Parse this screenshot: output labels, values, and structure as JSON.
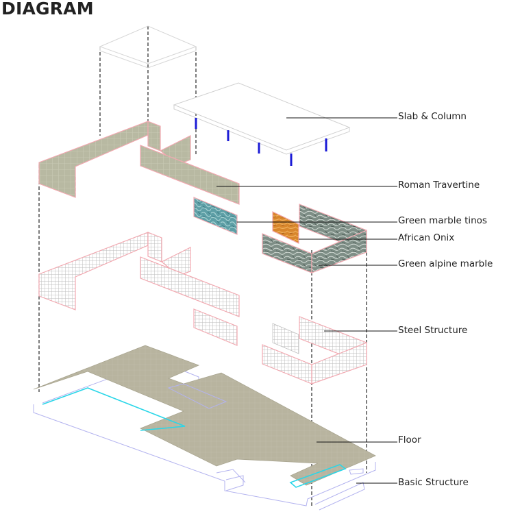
{
  "title": "DIAGRAM",
  "labels": {
    "slab": "Slab & Column",
    "travertine": "Roman Travertine",
    "tinos": "Green marble tinos",
    "onix": "African Onix",
    "alpine": "Green alpine marble",
    "steel": "Steel Structure",
    "floor": "Floor",
    "basic": "Basic Structure"
  },
  "colors": {
    "travertine": "#b8b9a2",
    "tinos": "#5e9fa6",
    "onix": "#d8862c",
    "alpine": "#7e8e86",
    "floor": "#b8b49f",
    "column": "#1b1bd6",
    "edge": "#f2a8b0",
    "pool": "#2ad6e8"
  }
}
